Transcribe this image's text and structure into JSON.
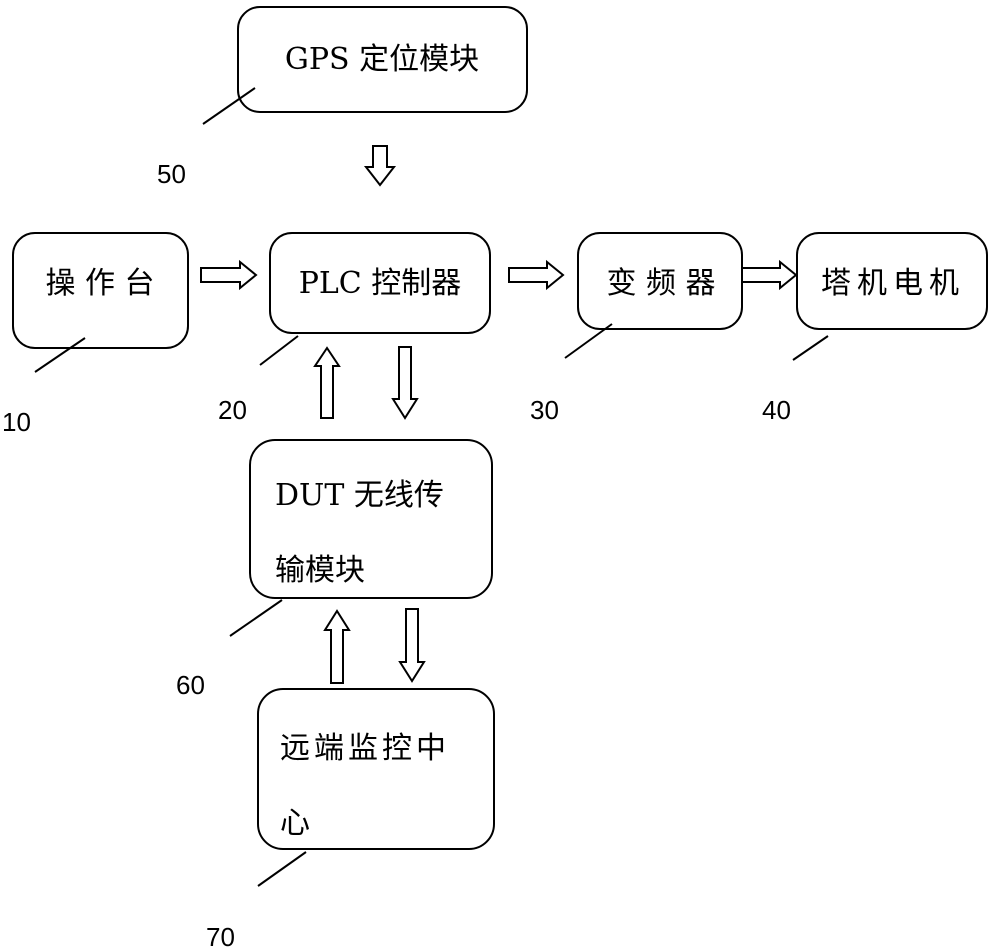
{
  "nodes": {
    "gps": {
      "label": "GPS 定位模块",
      "ref": "50"
    },
    "console": {
      "label": "操 作 台",
      "ref": "10"
    },
    "plc": {
      "label": "PLC 控制器",
      "ref": "20"
    },
    "inverter": {
      "label": "变 频 器",
      "ref": "30"
    },
    "motor": {
      "label": "塔机电机",
      "ref": "40"
    },
    "dtu": {
      "line1": "DUT 无线传",
      "line2": "输模块",
      "ref": "60"
    },
    "monitor": {
      "line1": "远端监控中",
      "line2": "心",
      "ref": "70"
    }
  },
  "edges": [
    {
      "from": "gps",
      "to": "plc",
      "direction": "down"
    },
    {
      "from": "console",
      "to": "plc",
      "direction": "right"
    },
    {
      "from": "plc",
      "to": "inverter",
      "direction": "right"
    },
    {
      "from": "inverter",
      "to": "motor",
      "direction": "right"
    },
    {
      "from": "dtu",
      "to": "plc",
      "direction": "up"
    },
    {
      "from": "plc",
      "to": "dtu",
      "direction": "down"
    },
    {
      "from": "monitor",
      "to": "dtu",
      "direction": "up"
    },
    {
      "from": "dtu",
      "to": "monitor",
      "direction": "down"
    }
  ]
}
